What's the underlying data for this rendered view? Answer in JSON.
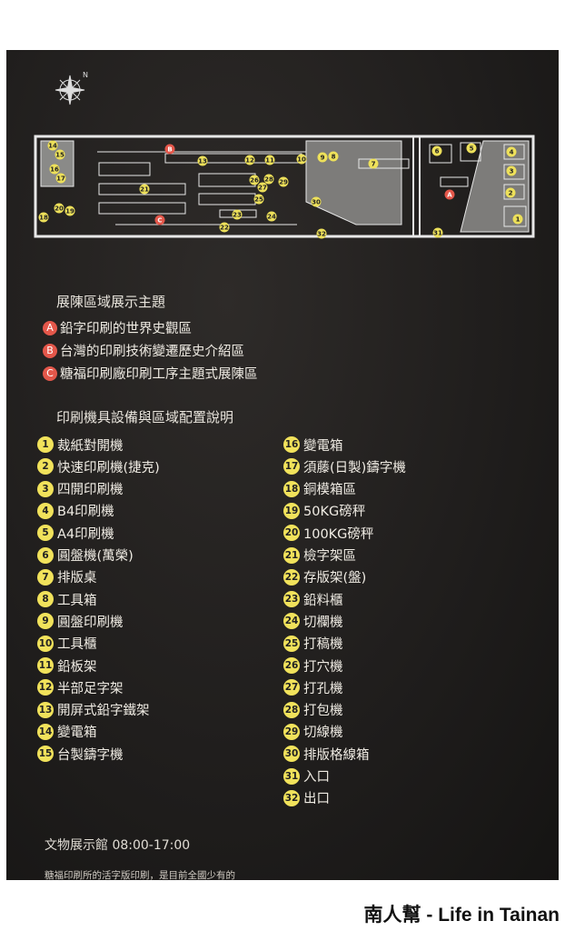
{
  "map": {
    "compass_label": "N",
    "markers": [
      "14",
      "15",
      "16",
      "17",
      "B",
      "13",
      "12",
      "11",
      "10",
      "9",
      "8",
      "7",
      "6",
      "5",
      "4",
      "3",
      "2",
      "1",
      "A",
      "21",
      "26",
      "28",
      "29",
      "27",
      "25",
      "23",
      "24",
      "20",
      "19",
      "18",
      "C",
      "22",
      "30",
      "32",
      "31"
    ]
  },
  "zones": {
    "title": "展陳區域展示主題",
    "items": [
      {
        "badge": "A",
        "label": "鉛字印刷的世界史觀區"
      },
      {
        "badge": "B",
        "label": "台灣的印刷技術變遷歷史介紹區"
      },
      {
        "badge": "C",
        "label": "糖福印刷廠印刷工序主題式展陳區"
      }
    ]
  },
  "equipment": {
    "title": "印刷機具設備與區域配置說明",
    "items": [
      {
        "n": "1",
        "label": "裁紙對開機"
      },
      {
        "n": "2",
        "label": "快速印刷機(捷克)"
      },
      {
        "n": "3",
        "label": "四開印刷機"
      },
      {
        "n": "4",
        "label": "B4印刷機"
      },
      {
        "n": "5",
        "label": "A4印刷機"
      },
      {
        "n": "6",
        "label": "圓盤機(萬榮)"
      },
      {
        "n": "7",
        "label": "排版桌"
      },
      {
        "n": "8",
        "label": "工具箱"
      },
      {
        "n": "9",
        "label": "圓盤印刷機"
      },
      {
        "n": "10",
        "label": "工具櫃"
      },
      {
        "n": "11",
        "label": "鉛板架"
      },
      {
        "n": "12",
        "label": "半部足字架"
      },
      {
        "n": "13",
        "label": "開屏式鉛字鐵架"
      },
      {
        "n": "14",
        "label": "變電箱"
      },
      {
        "n": "15",
        "label": "台製鑄字機"
      },
      {
        "n": "16",
        "label": "變電箱"
      },
      {
        "n": "17",
        "label": "須藤(日製)鑄字機"
      },
      {
        "n": "18",
        "label": "銅模箱區"
      },
      {
        "n": "19",
        "label": "50KG磅秤"
      },
      {
        "n": "20",
        "label": "100KG磅秤"
      },
      {
        "n": "21",
        "label": "檢字架區"
      },
      {
        "n": "22",
        "label": "存版架(盤)"
      },
      {
        "n": "23",
        "label": "鉛料櫃"
      },
      {
        "n": "24",
        "label": "切欄機"
      },
      {
        "n": "25",
        "label": "打稿機"
      },
      {
        "n": "26",
        "label": "打穴機"
      },
      {
        "n": "27",
        "label": "打孔機"
      },
      {
        "n": "28",
        "label": "打包機"
      },
      {
        "n": "29",
        "label": "切線機"
      },
      {
        "n": "30",
        "label": "排版格線箱"
      },
      {
        "n": "31",
        "label": "入口"
      },
      {
        "n": "32",
        "label": "出口"
      }
    ]
  },
  "hours": "文物展示館  08:00-17:00",
  "caption": "糖福印刷所的活字版印刷，是目前全國少有的",
  "watermark": "南人幫 - Life in Tainan",
  "colors": {
    "board": "#1f1d1c",
    "number_badge": "#f1e25b",
    "zone_badge": "#e4574a"
  }
}
